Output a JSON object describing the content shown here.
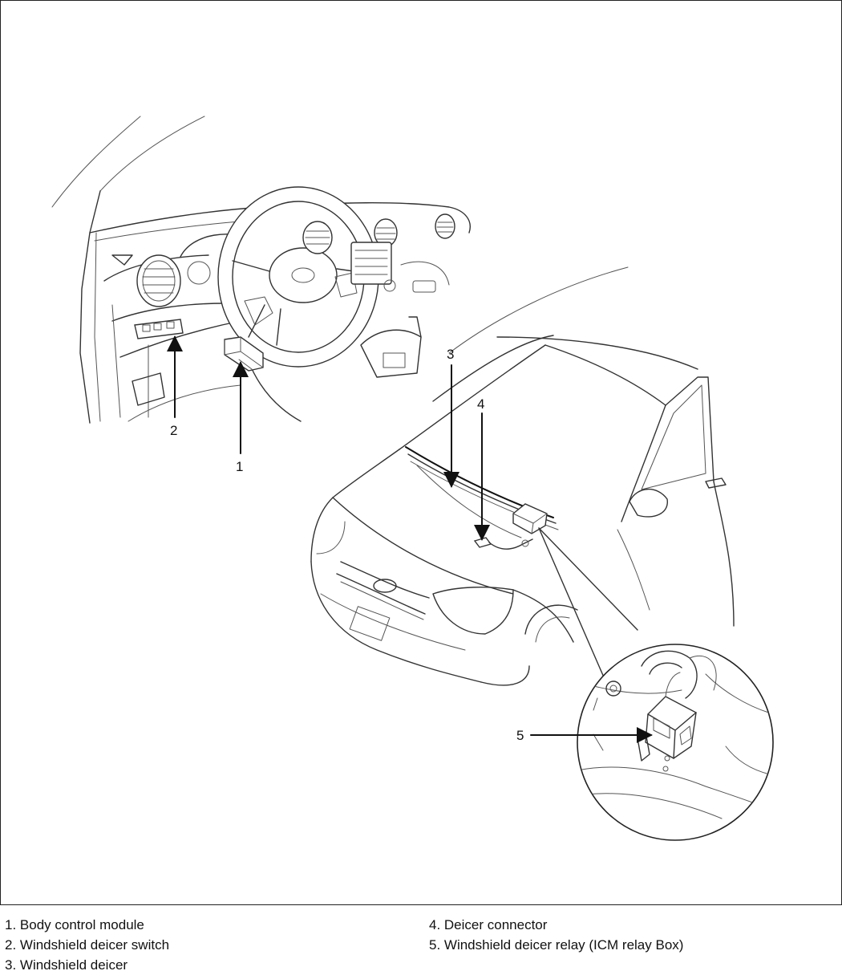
{
  "callouts": [
    {
      "id": "1",
      "label": "1"
    },
    {
      "id": "2",
      "label": "2"
    },
    {
      "id": "3",
      "label": "3"
    },
    {
      "id": "4",
      "label": "4"
    },
    {
      "id": "5",
      "label": "5"
    }
  ],
  "legend": {
    "left": [
      "1. Body control module",
      "2. Windshield deicer switch",
      "3. Windshield deicer"
    ],
    "right": [
      "4. Deicer connector",
      "5. Windshield deicer relay (ICM relay Box)"
    ]
  }
}
